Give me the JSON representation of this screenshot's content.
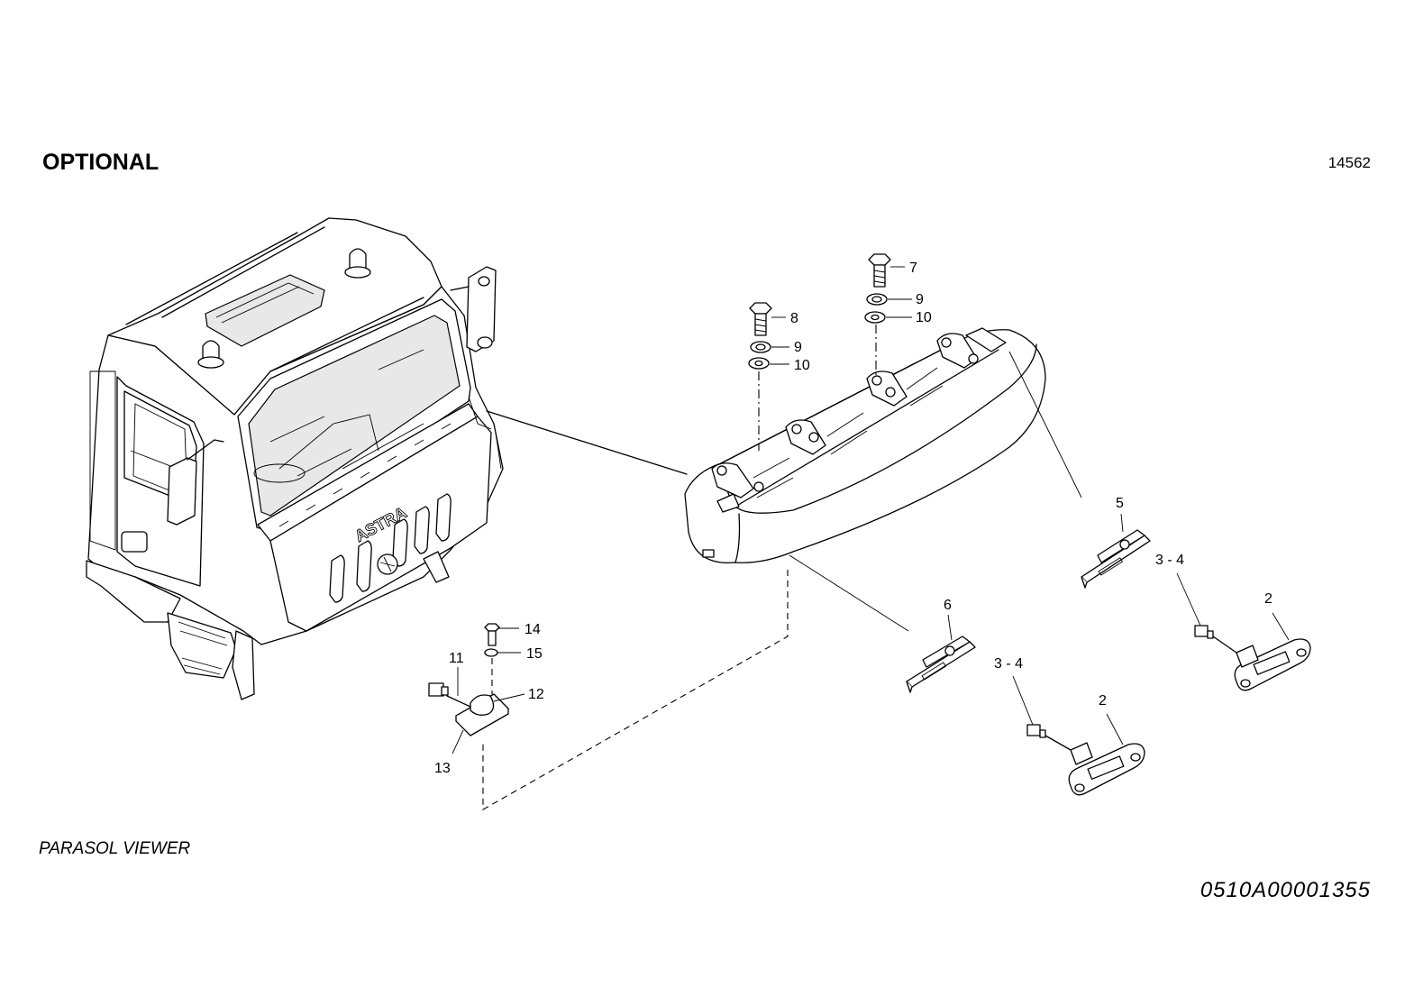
{
  "header": {
    "title": "OPTIONAL",
    "ref_number": "14562"
  },
  "footer": {
    "caption": "PARASOL VIEWER",
    "drawing_code": "0510A00001355"
  },
  "callouts": {
    "c7": "7",
    "c8": "8",
    "c9a": "9",
    "c10a": "10",
    "c9b": "9",
    "c10b": "10",
    "c5": "5",
    "c6": "6",
    "c34a": "3 - 4",
    "c34b": "3 - 4",
    "c2a": "2",
    "c2b": "2",
    "c14": "14",
    "c15": "15",
    "c11": "11",
    "c12": "12",
    "c13": "13"
  }
}
